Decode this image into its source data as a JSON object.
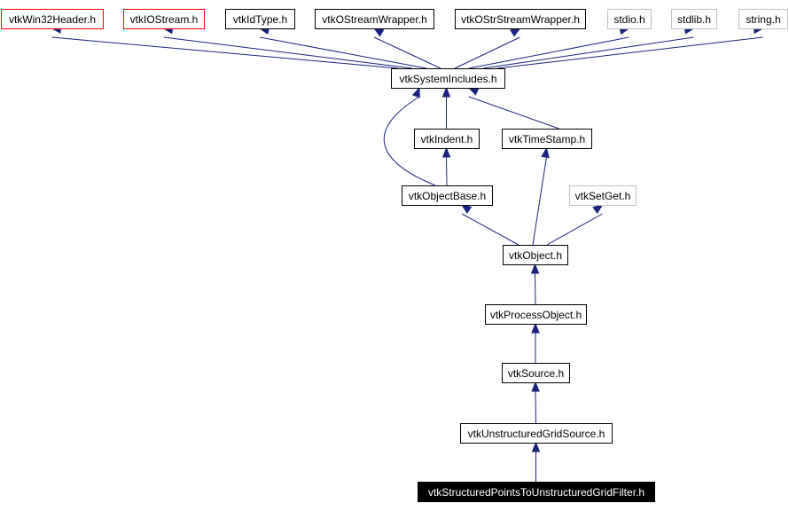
{
  "colors": {
    "edge": "#1a237e",
    "node_border_normal": "#000000",
    "node_border_external": "#c0c0c0",
    "node_border_undocumented": "#ff0000",
    "root_fill": "#000000",
    "root_text": "#ffffff"
  },
  "nodes": [
    {
      "id": "vtkWin32Header",
      "label": "vtkWin32Header.h",
      "kind": "undocumented"
    },
    {
      "id": "vtkIOStream",
      "label": "vtkIOStream.h",
      "kind": "undocumented"
    },
    {
      "id": "vtkIdType",
      "label": "vtkIdType.h",
      "kind": "normal"
    },
    {
      "id": "vtkOStreamWrapper",
      "label": "vtkOStreamWrapper.h",
      "kind": "normal"
    },
    {
      "id": "vtkOStrStreamWrapper",
      "label": "vtkOStrStreamWrapper.h",
      "kind": "normal"
    },
    {
      "id": "stdio",
      "label": "stdio.h",
      "kind": "external"
    },
    {
      "id": "stdlib",
      "label": "stdlib.h",
      "kind": "external"
    },
    {
      "id": "string",
      "label": "string.h",
      "kind": "external"
    },
    {
      "id": "vtkSystemIncludes",
      "label": "vtkSystemIncludes.h",
      "kind": "normal"
    },
    {
      "id": "vtkIndent",
      "label": "vtkIndent.h",
      "kind": "normal"
    },
    {
      "id": "vtkTimeStamp",
      "label": "vtkTimeStamp.h",
      "kind": "normal"
    },
    {
      "id": "vtkObjectBase",
      "label": "vtkObjectBase.h",
      "kind": "normal"
    },
    {
      "id": "vtkSetGet",
      "label": "vtkSetGet.h",
      "kind": "external"
    },
    {
      "id": "vtkObject",
      "label": "vtkObject.h",
      "kind": "normal"
    },
    {
      "id": "vtkProcessObject",
      "label": "vtkProcessObject.h",
      "kind": "normal"
    },
    {
      "id": "vtkSource",
      "label": "vtkSource.h",
      "kind": "normal"
    },
    {
      "id": "vtkUnstructuredGridSource",
      "label": "vtkUnstructuredGridSource.h",
      "kind": "normal"
    },
    {
      "id": "vtkStructuredPointsToUnstructuredGridFilter",
      "label": "vtkStructuredPointsToUnstructuredGridFilter.h",
      "kind": "root"
    }
  ],
  "edges": [
    {
      "from": "vtkSystemIncludes",
      "to": "vtkWin32Header"
    },
    {
      "from": "vtkSystemIncludes",
      "to": "vtkIOStream"
    },
    {
      "from": "vtkSystemIncludes",
      "to": "vtkIdType"
    },
    {
      "from": "vtkSystemIncludes",
      "to": "vtkOStreamWrapper"
    },
    {
      "from": "vtkSystemIncludes",
      "to": "vtkOStrStreamWrapper"
    },
    {
      "from": "vtkSystemIncludes",
      "to": "stdio"
    },
    {
      "from": "vtkSystemIncludes",
      "to": "stdlib"
    },
    {
      "from": "vtkSystemIncludes",
      "to": "string"
    },
    {
      "from": "vtkIndent",
      "to": "vtkSystemIncludes"
    },
    {
      "from": "vtkTimeStamp",
      "to": "vtkSystemIncludes"
    },
    {
      "from": "vtkObjectBase",
      "to": "vtkSystemIncludes"
    },
    {
      "from": "vtkObjectBase",
      "to": "vtkIndent"
    },
    {
      "from": "vtkObject",
      "to": "vtkObjectBase"
    },
    {
      "from": "vtkObject",
      "to": "vtkTimeStamp"
    },
    {
      "from": "vtkObject",
      "to": "vtkSetGet"
    },
    {
      "from": "vtkProcessObject",
      "to": "vtkObject"
    },
    {
      "from": "vtkSource",
      "to": "vtkProcessObject"
    },
    {
      "from": "vtkUnstructuredGridSource",
      "to": "vtkSource"
    },
    {
      "from": "vtkStructuredPointsToUnstructuredGridFilter",
      "to": "vtkUnstructuredGridSource"
    }
  ]
}
